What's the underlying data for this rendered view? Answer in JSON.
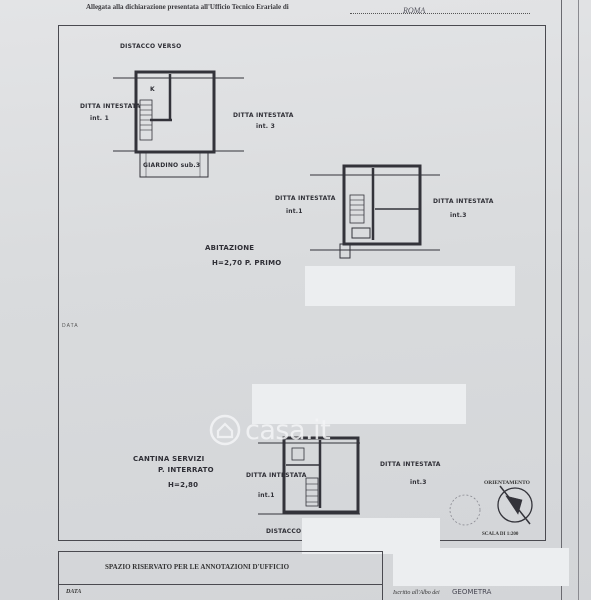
{
  "header": {
    "allegata": "Allegata alla dichiarazione presentata all'Ufficio Tecnico Erariale di",
    "city": "ROMA"
  },
  "margin_text": "DATA",
  "labels": {
    "distacco_top": "DISTACCO VERSO",
    "ditta_int1_a": "DITTA INTESTATA",
    "ditta_int1_b": "int. 1",
    "ditta_int3_a": "DITTA INTESTATA",
    "ditta_int3_b": "int. 3",
    "giardino": "GIARDINO sub.3",
    "ditta_mid_int1_a": "DITTA INTESTATA",
    "ditta_mid_int1_b": "int.1",
    "ditta_mid_int3_a": "DITTA INTESTATA",
    "ditta_mid_int3_b": "int.3",
    "abitazione": "ABITAZIONE",
    "piano_primo": "H=2,70 P. PRIMO",
    "cantina": "CANTINA SERVIZI",
    "interrato": "P. INTERRATO",
    "h_interrato": "H=2,80",
    "ditta_low_int1_a": "DITTA INTESTATA",
    "ditta_low_int1_b": "int.1",
    "ditta_low_int3_a": "DITTA INTESTATA",
    "ditta_low_int3_b": "int.3",
    "distacco_bottom": "DISTACCO",
    "room_k": "K"
  },
  "orientation": {
    "label": "ORIENTAMENTO",
    "scale": "SCALA DI 1:200"
  },
  "watermark": {
    "text": "casa.it"
  },
  "office": {
    "title": "SPAZIO RISERVATO PER LE ANNOTAZIONI D'UFFICIO",
    "data": "DATA",
    "iscritto": "Iscritto all'Albo dei",
    "iscritto_value": "GEOMETRA"
  },
  "colors": {
    "paper": "#dcdee0",
    "ink": "#2b2b2f",
    "redaction": "#eceef0"
  }
}
